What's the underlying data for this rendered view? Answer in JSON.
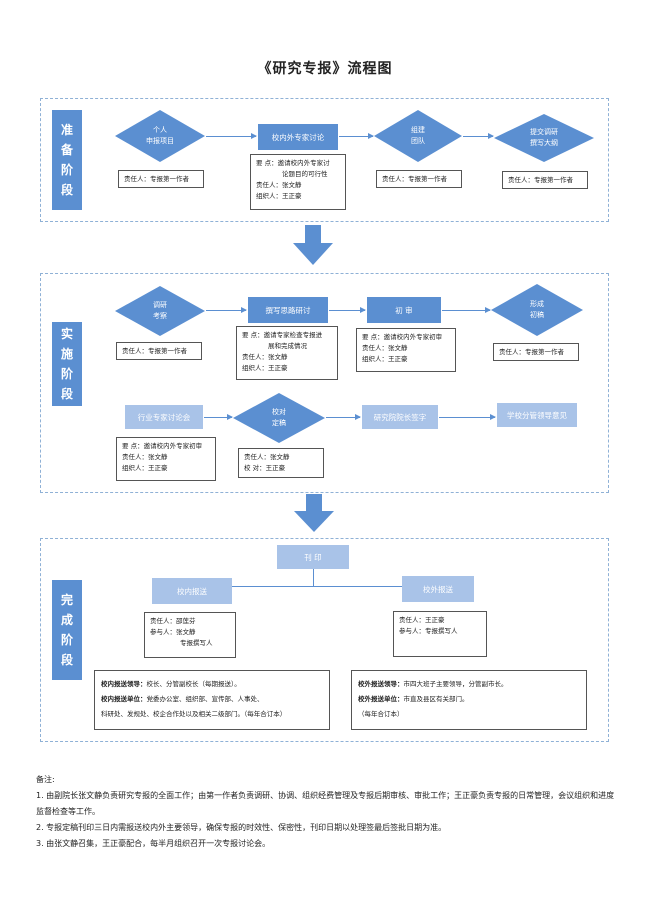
{
  "title": "《研究专报》流程图",
  "colors": {
    "primary": "#5b8fd1",
    "light": "#a9c3e8",
    "border": "#8fb1d6"
  },
  "phases": {
    "prepare": "准\n备\n阶\n段",
    "implement": "实\n施\n阶\n段",
    "complete": "完\n成\n阶\n段"
  },
  "prepare": {
    "d1": "个人\n申报项目",
    "d1_resp": "责任人：专报第一作者",
    "r1": "校内外专家讨论",
    "r1_info": [
      "要    点：邀请校内外专家讨",
      "论题目的可行性",
      "责任人：张文静",
      "组织人：王正豪"
    ],
    "d2": "组建\n团队",
    "d2_resp": "责任人：专报第一作者",
    "d3": "提交调研\n撰写大纲",
    "d3_resp": "责任人：专报第一作者"
  },
  "implement": {
    "d1": "调研\n考察",
    "d1_resp": "责任人：专报第一作者",
    "r1": "撰写思路研讨",
    "r1_info": [
      "要    点：邀请专家检查专报进",
      "展和完成情况",
      "责任人：张文静",
      "组织人：王正豪"
    ],
    "r2": "初    审",
    "r2_info": [
      "要    点：邀请校内外专家初审",
      "责任人：张文静",
      "组织人：王正豪"
    ],
    "d2": "形成\n初稿",
    "d2_resp": "责任人：专报第一作者",
    "r3": "行业专家讨论会",
    "r3_info": [
      "要    点：邀请校内外专家初审",
      "责任人：张文静",
      "组织人：王正豪"
    ],
    "d3": "校对\n定稿",
    "d3_info": [
      "责任人：张文静",
      "校    对：王正豪"
    ],
    "r4": "研究院院长签字",
    "r5": "学校分管领导意见"
  },
  "complete": {
    "print": "刊    印",
    "internal": "校内报送",
    "internal_info": [
      "责任人：邵莲芬",
      "参与人：张文静",
      "专报撰写人"
    ],
    "external": "校外报送",
    "external_info": [
      "责任人：王正豪",
      "参与人：专报撰写人"
    ],
    "internal_box": {
      "leader_label": "校内报送领导：",
      "leader_value": "校长、分管副校长（每期报送）。",
      "unit_label": "校内报送单位：",
      "unit_value": "党委办公室、组织部、宣传部、人事处、",
      "unit_value2": "科研处、发规处、校企合作处以及相关二级部门。（每年合订本）"
    },
    "external_box": {
      "leader_label": "校外报送领导：",
      "leader_value": "市四大班子主要领导，分管副市长。",
      "unit_label": "校外报送单位：",
      "unit_value": "市直及县区有关部门。",
      "note": "（每年合订本）"
    }
  },
  "notes": {
    "heading": "备注:",
    "items": [
      "1. 由副院长张文静负责研究专报的全面工作；由第一作者负责调研、协调、组织经费管理及专报后期审核、审批工作；王正豪负责专报的日常管理，会议组织和进度监督检查等工作。",
      "2. 专报定稿刊印三日内需报送校内外主要领导，确保专报的时效性、保密性，刊印日期以处理签最后签批日期为准。",
      "3. 由张文静召集，王正豪配合，每半月组织召开一次专报讨论会。"
    ]
  }
}
